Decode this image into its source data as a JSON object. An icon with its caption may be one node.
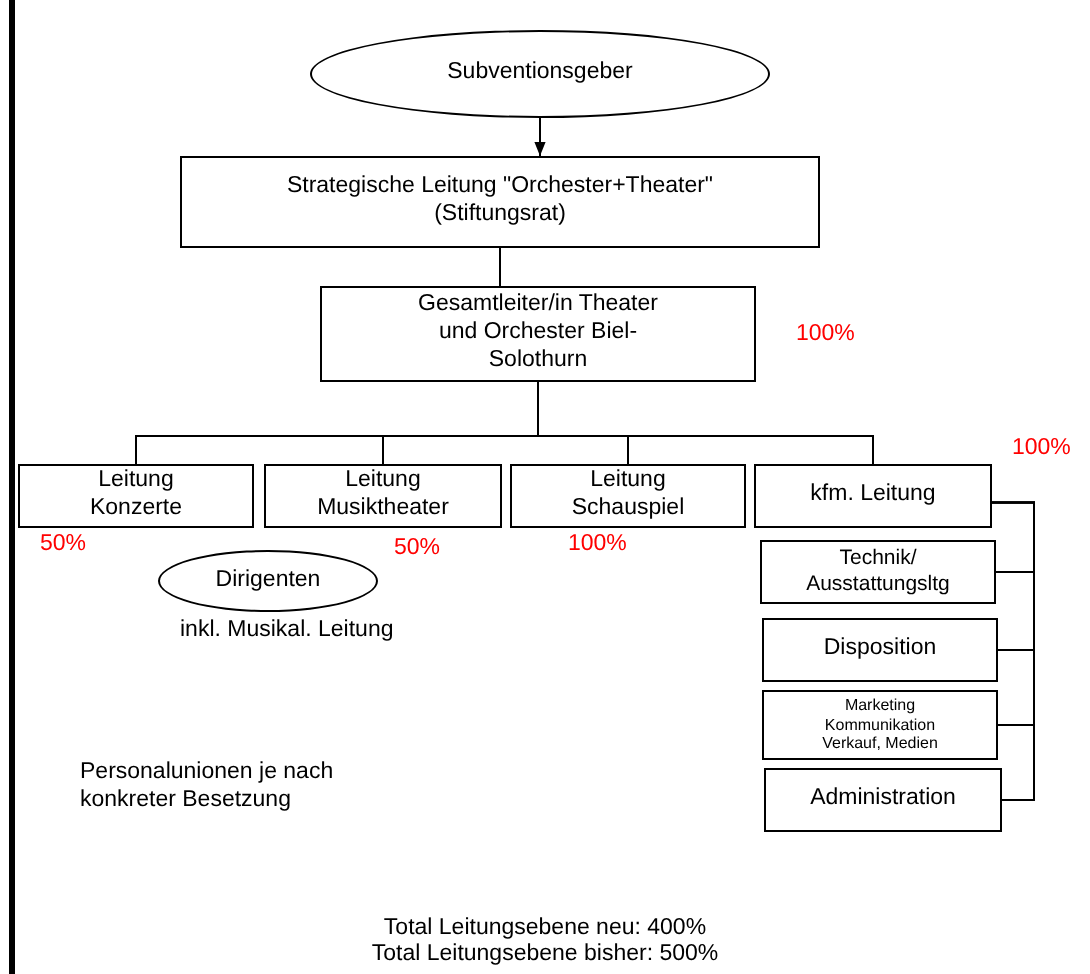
{
  "diagram": {
    "nodes": [
      {
        "text": [
          "Subventionsgeber"
        ]
      },
      {
        "text": [
          "Strategische Leitung \"Orchester+Theater\" (Stiftungsrat)"
        ]
      },
      {
        "text": [
          "Gesamtleiter/in Theater und Orchester Biel-Solothurn"
        ],
        "beside": [
          "100%"
        ]
      },
      {
        "text": [
          "Leitung Konzerte"
        ],
        "beside": [
          "50%"
        ]
      },
      {
        "text": [
          "Leitung Musiktheater"
        ],
        "beside": [
          "50%"
        ]
      },
      {
        "text": [
          "Leitung Schauspiel"
        ],
        "beside": [
          "100%"
        ]
      },
      {
        "text": [
          "kfm. Leitung"
        ],
        "beside": [
          "100%"
        ]
      },
      {
        "text": [
          "Dirigenten"
        ],
        "beside": [
          "inkl. Musikal. Leitung"
        ]
      },
      {
        "text": [
          "Technik/ Ausstattungsltg"
        ]
      },
      {
        "text": [
          "Disposition"
        ]
      },
      {
        "text": [
          "Marketing Kommunikation Verkauf, Medien"
        ]
      },
      {
        "text": [
          "Administration"
        ]
      }
    ],
    "edges": [
      {
        "from": 0,
        "to": 1,
        "arrow": "to"
      },
      {
        "from": 1,
        "to": 2,
        "arrow": "none"
      },
      {
        "from": 2,
        "to": 3,
        "arrow": "none"
      },
      {
        "from": 2,
        "to": 4,
        "arrow": "none"
      },
      {
        "from": 2,
        "to": 5,
        "arrow": "none"
      },
      {
        "from": 2,
        "to": 6,
        "arrow": "none"
      },
      {
        "from": 6,
        "to": 8,
        "arrow": "none"
      },
      {
        "from": 6,
        "to": 9,
        "arrow": "none"
      },
      {
        "from": 6,
        "to": 10,
        "arrow": "none"
      },
      {
        "from": 6,
        "to": 11,
        "arrow": "none"
      }
    ],
    "labels": [
      "Personalunionen je nach konkreter Besetzung",
      "Total Leitungsebene neu: 400%",
      "Total Leitungsebene bisher: 500%"
    ]
  }
}
